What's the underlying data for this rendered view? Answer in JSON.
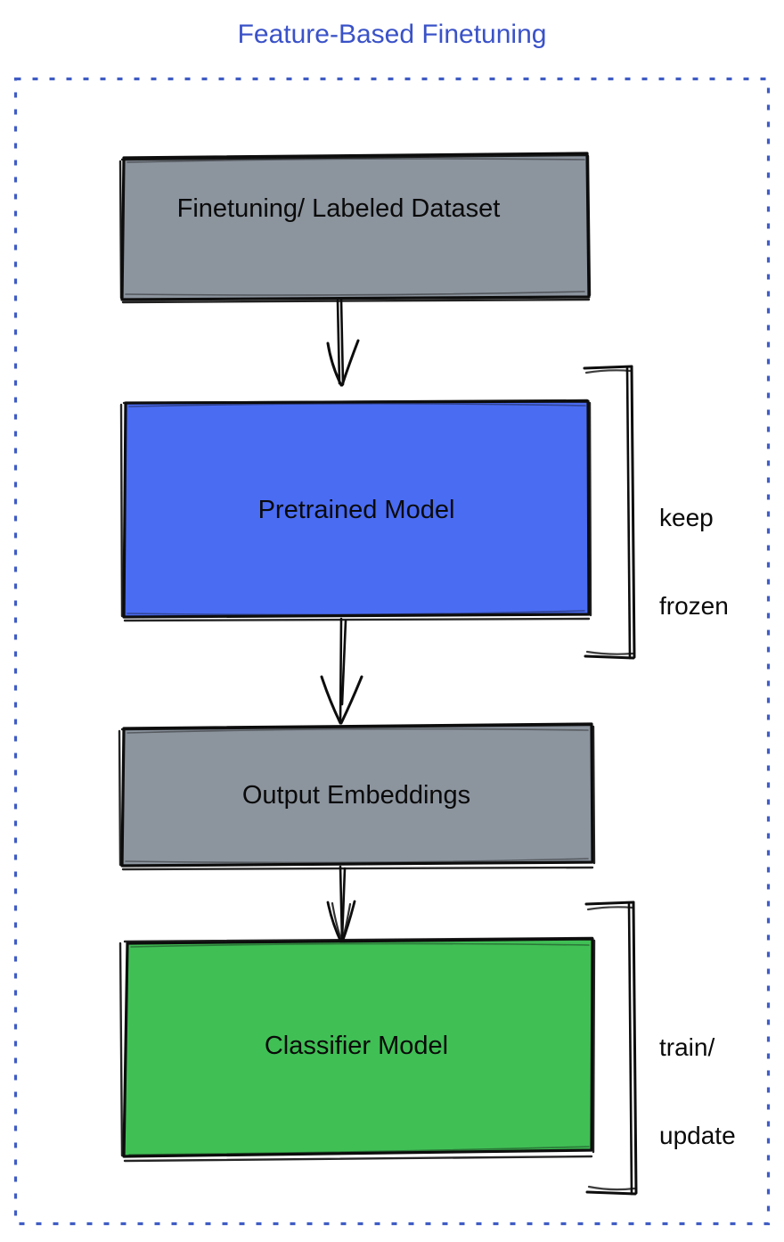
{
  "title": "Feature-Based Finetuning",
  "colors": {
    "title_blue": "#3a52c8",
    "border_blue": "#3f5cc4",
    "gray_fill": "#8c949e",
    "blue_fill": "#4a6cf3",
    "green_fill": "#40bf55",
    "stroke_black": "#0d0d0d",
    "background": "#ffffff"
  },
  "container": {
    "name": "dashed-region",
    "style": "dotted-blue-rectangle"
  },
  "nodes": [
    {
      "id": "dataset",
      "label": "Finetuning/ Labeled Dataset",
      "fill": "#8c949e",
      "shape": "rectangle"
    },
    {
      "id": "pretrained",
      "label": "Pretrained Model",
      "fill": "#4a6cf3",
      "shape": "rectangle"
    },
    {
      "id": "embeddings",
      "label": "Output Embeddings",
      "fill": "#8c949e",
      "shape": "rectangle"
    },
    {
      "id": "classifier",
      "label": "Classifier Model",
      "fill": "#40bf55",
      "shape": "rectangle"
    }
  ],
  "annotations": [
    {
      "id": "keep-frozen",
      "line1": "keep",
      "line2": "frozen",
      "target": "pretrained",
      "bracket": "right-curly-hand-drawn"
    },
    {
      "id": "train-update",
      "line1": "train/",
      "line2": "update",
      "target": "classifier",
      "bracket": "right-curly-hand-drawn"
    }
  ],
  "edges": [
    {
      "from": "dataset",
      "to": "pretrained",
      "marker": "arrow-down"
    },
    {
      "from": "pretrained",
      "to": "embeddings",
      "marker": "arrow-down"
    },
    {
      "from": "embeddings",
      "to": "classifier",
      "marker": "arrow-down"
    }
  ]
}
